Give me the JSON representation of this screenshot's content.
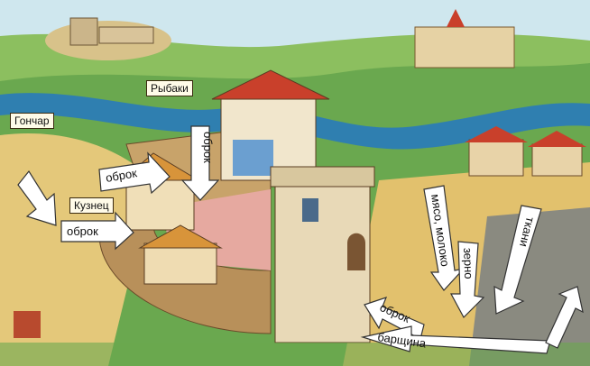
{
  "labels": {
    "fishermen": "Рыбаки",
    "potter": "Гончар",
    "blacksmith": "Кузнец"
  },
  "arrows": {
    "obrok_vertical": "оброк",
    "obrok_left_top": "оброк",
    "obrok_left_bottom": "оброк",
    "meat_milk": "мясо, молоко",
    "grain": "зерно",
    "cloth": "ткани",
    "obrok_bottom": "оброк",
    "corvee": "барщина"
  },
  "colors": {
    "sky": "#cfe7ee",
    "river": "#2f7fb0",
    "grass": "#6aa84f",
    "field": "#e2c16d",
    "palisade": "#b8905a",
    "roof": "#c9402b",
    "stone": "#e8d9b7",
    "arrow_fill": "#ffffff",
    "arrow_stroke": "#333333"
  }
}
